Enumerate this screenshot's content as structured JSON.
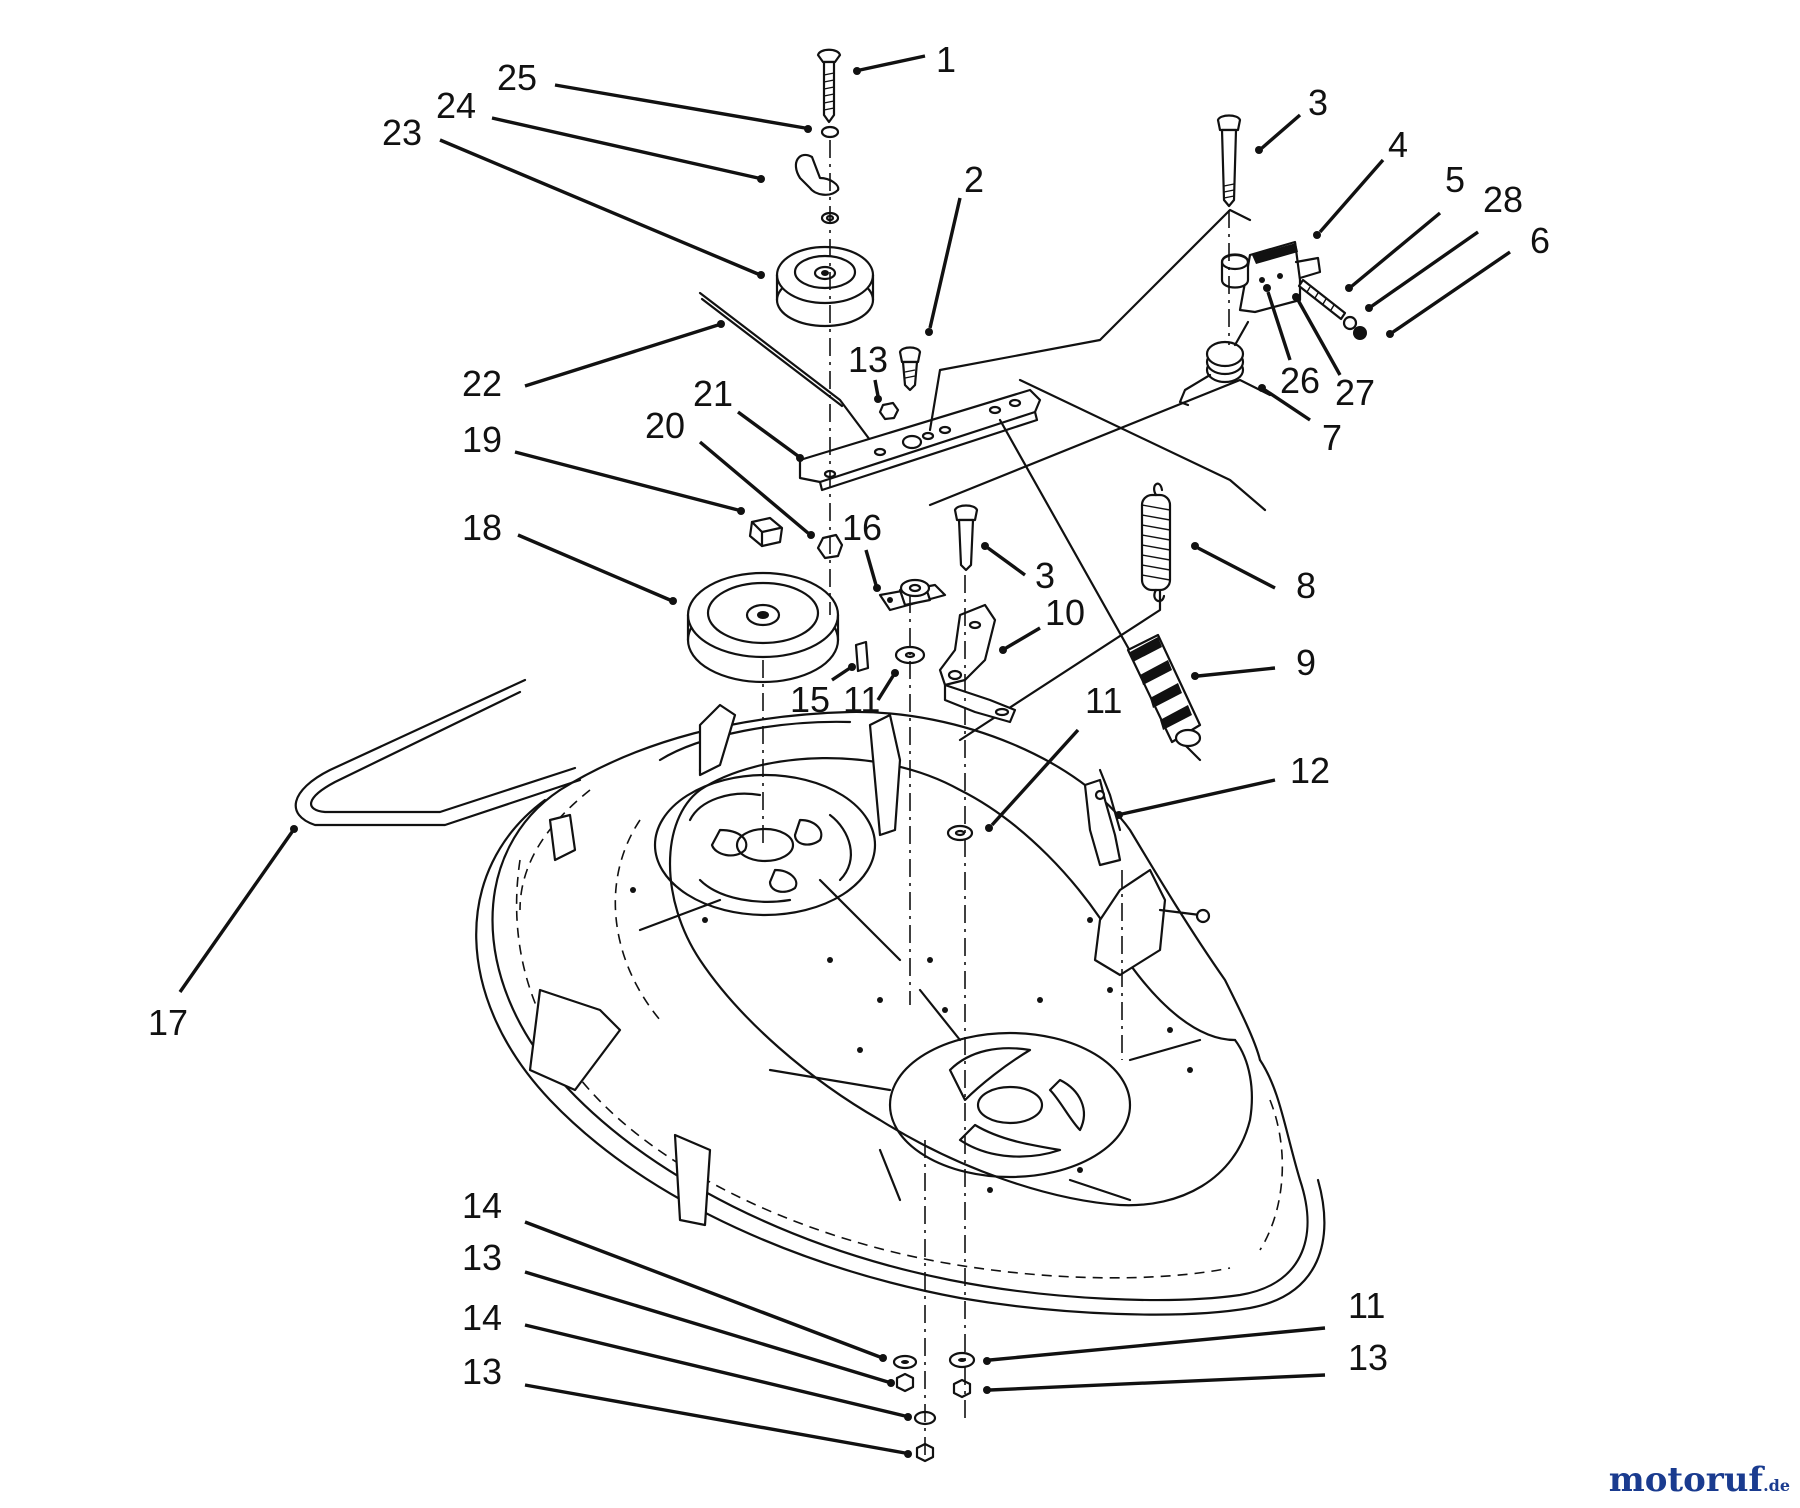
{
  "callouts": {
    "c1": "1",
    "c2": "2",
    "c3a": "3",
    "c3b": "3",
    "c4": "4",
    "c5": "5",
    "c6": "6",
    "c7": "7",
    "c8": "8",
    "c9": "9",
    "c10": "10",
    "c11a": "11",
    "c11b": "11",
    "c11c": "11",
    "c12": "12",
    "c13a": "13",
    "c13b": "13",
    "c13c": "13",
    "c13d": "13",
    "c14a": "14",
    "c14b": "14",
    "c15": "15",
    "c16": "16",
    "c17": "17",
    "c18": "18",
    "c19": "19",
    "c20": "20",
    "c21": "21",
    "c22": "22",
    "c23": "23",
    "c24": "24",
    "c25": "25",
    "c26": "26",
    "c27": "27",
    "c28": "28"
  },
  "watermark": {
    "text": "motoruf",
    "suffix": ".de"
  }
}
